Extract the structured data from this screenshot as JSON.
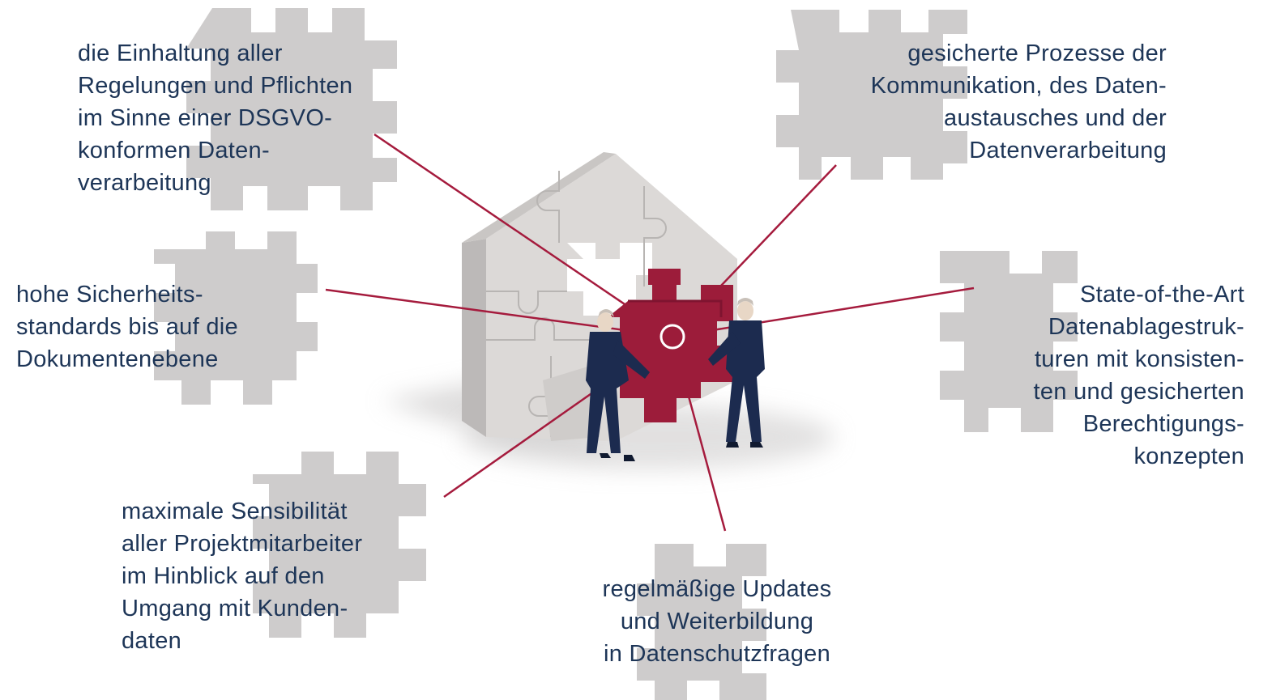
{
  "colors": {
    "text": "#1d3557",
    "connector": "#a51b3d",
    "gear": "#9c1c3a",
    "puzzle": "#c9c7c7",
    "house": "#d9d6d4",
    "suit": "#1c2b4f"
  },
  "icons": [
    "puzzle-piece-icon",
    "house-puzzle-icon",
    "gear-puzzle-icon",
    "businessman-icon"
  ],
  "labels": {
    "top_left": [
      "die Einhaltung aller",
      "Regelungen und Pflichten",
      "im Sinne einer DSGVO-",
      "konformen Daten-",
      "verarbeitung"
    ],
    "top_right": [
      "gesicherte Prozesse der",
      "Kommunikation, des Daten-",
      "austausches und der",
      "Datenverarbeitung"
    ],
    "mid_left": [
      "hohe Sicherheits-",
      "standards bis auf die",
      "Dokumentenebene"
    ],
    "mid_right": [
      "State-of-the-Art",
      "Datenablagestruk-",
      "turen mit konsisten-",
      "ten und gesicherten",
      "Berechtigungs-",
      "konzepten"
    ],
    "bottom_left": [
      "maximale Sensibilität",
      "aller Projektmitarbeiter",
      "im Hinblick auf den",
      "Umgang mit Kunden-",
      "daten"
    ],
    "bottom_center": [
      "regelmäßige Updates",
      "und Weiterbildung",
      "in Datenschutzfragen"
    ]
  }
}
